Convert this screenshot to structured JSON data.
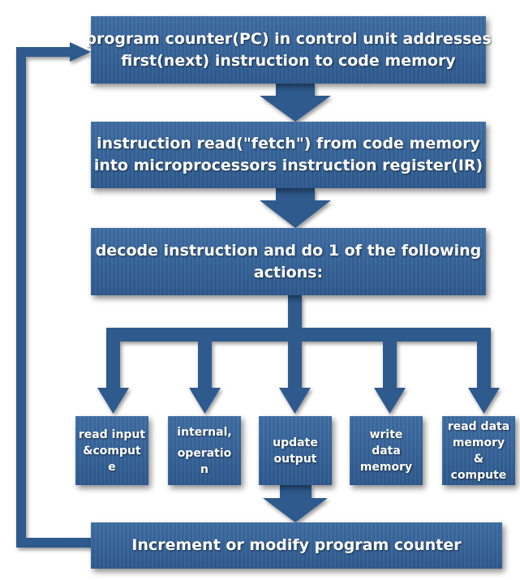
{
  "colors": {
    "box": "#2f5b8f",
    "connector": "#2e5a8e",
    "background": "#ffffff"
  },
  "steps": [
    {
      "line1": "program counter(PC) in control unit addresses",
      "line2": "first(next) instruction to code memory"
    },
    {
      "line1": "instruction read(\"fetch\") from code memory",
      "line2": "into microprocessors instruction register(IR)"
    },
    {
      "line1": "decode instruction and do 1 of the following",
      "line2": "actions:"
    }
  ],
  "actions": [
    {
      "line1": "read input",
      "line2": "&comput",
      "line3": "e"
    },
    {
      "line1": "internal,",
      "line2": "operatio",
      "line3": "n"
    },
    {
      "line1": "update",
      "line2": "output"
    },
    {
      "line1": "write",
      "line2": "data",
      "line3": "memory"
    },
    {
      "line1": "read data",
      "line2": "memory",
      "line3": "&",
      "line4": "compute"
    }
  ],
  "final_step": {
    "text": "Increment or modify program counter"
  }
}
